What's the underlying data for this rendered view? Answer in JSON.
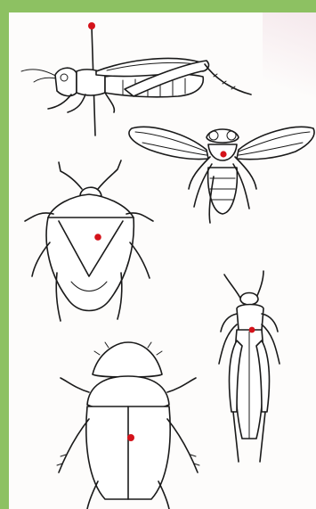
{
  "figure": {
    "background_color": "#8dc162",
    "sheet_color": "#fdfcfb",
    "pin_color": "#d4121a",
    "specimens": [
      {
        "id": "grasshopper-side",
        "icon": "grasshopper-side-view-drawing"
      },
      {
        "id": "fly",
        "icon": "fly-drawing"
      },
      {
        "id": "stink-bug",
        "icon": "stink-bug-drawing"
      },
      {
        "id": "grasshopper-top",
        "icon": "grasshopper-top-view-drawing"
      },
      {
        "id": "beetle",
        "icon": "beetle-drawing"
      }
    ]
  }
}
